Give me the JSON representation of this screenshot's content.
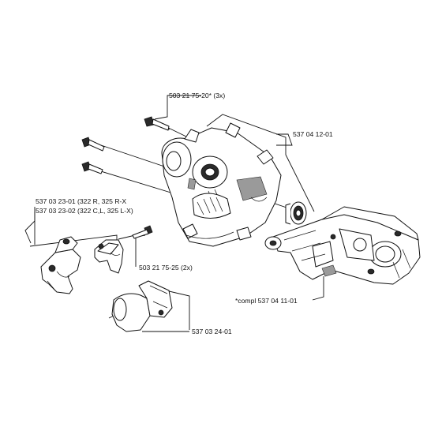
{
  "callouts": {
    "screw_3x": "503 21 75-20* (3x)",
    "crankcase_half": "537 04 12-01",
    "bracket_line1": "537 03 23-01 (322 R, 325 R-X",
    "bracket_line2": "537 03 23-02 (322 C,L, 325 L-X)",
    "screw_2x": "503 21 75-25 (2x)",
    "crankcase_complete": "*compl 537 04 11-01",
    "clamp": "537 03 24-01"
  }
}
